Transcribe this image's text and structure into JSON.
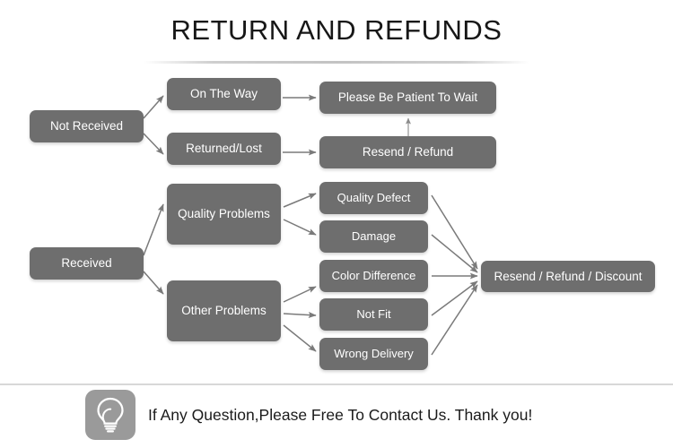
{
  "page": {
    "title": "RETURN AND REFUNDS",
    "background_color": "#ffffff",
    "node_color": "#6e6e6e",
    "node_text_color": "#ffffff",
    "arrow_color": "#7a7a7a",
    "divider_color": "#d8d8d8"
  },
  "flow": {
    "not_received": {
      "label": "Not Received",
      "branches": {
        "on_the_way": {
          "label": "On The Way",
          "outcome": "Please Be Patient To Wait"
        },
        "returned_lost": {
          "label": "Returned/Lost",
          "outcome": "Resend / Refund"
        }
      }
    },
    "received": {
      "label": "Received",
      "branches": {
        "quality_problems": {
          "label": "Quality Problems",
          "issues": [
            {
              "label": "Quality Defect"
            },
            {
              "label": "Damage"
            }
          ]
        },
        "other_problems": {
          "label": "Other Problems",
          "issues": [
            {
              "label": "Color Difference"
            },
            {
              "label": "Not Fit"
            },
            {
              "label": "Wrong Delivery"
            }
          ]
        }
      },
      "outcome": "Resend / Refund / Discount"
    }
  },
  "footer": {
    "icon": "lightbulb-icon",
    "text": "If Any Question,Please Free To Contact Us. Thank you!"
  }
}
